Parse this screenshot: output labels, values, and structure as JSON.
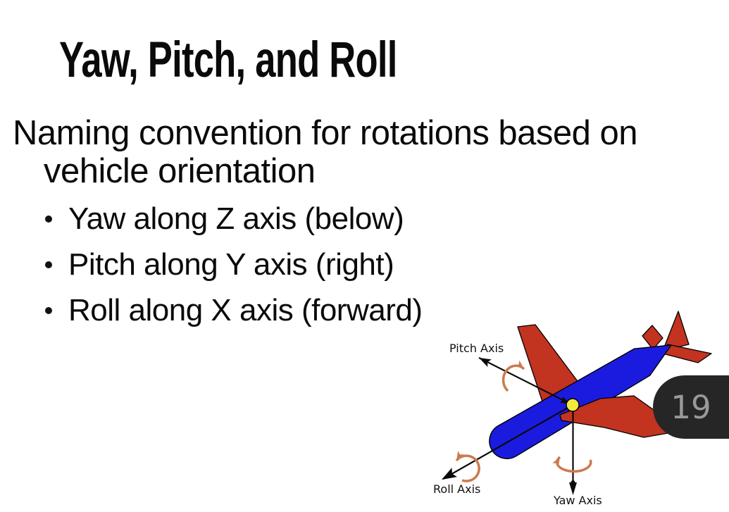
{
  "slide": {
    "title": "Yaw, Pitch, and Roll",
    "body": {
      "line1": "Naming convention for rotations based on",
      "line2": "vehicle orientation"
    },
    "bullets": [
      "Yaw along Z axis (below)",
      "Pitch along Y axis (right)",
      "Roll along X axis (forward)"
    ]
  },
  "diagram": {
    "labels": {
      "pitch_axis": "Pitch Axis",
      "roll_axis": "Roll Axis",
      "yaw_axis": "Yaw Axis"
    },
    "colors": {
      "fuselage_blue": "#1b1be0",
      "wing_red": "#c23320",
      "rotation_arrow_orange": "#cc7a4d",
      "axis_line_black": "#0a0a0a",
      "center_dot_yellow": "#f5e93d"
    }
  },
  "page_indicator": {
    "value": "19",
    "background": "#262626",
    "text_color": "#999999"
  }
}
